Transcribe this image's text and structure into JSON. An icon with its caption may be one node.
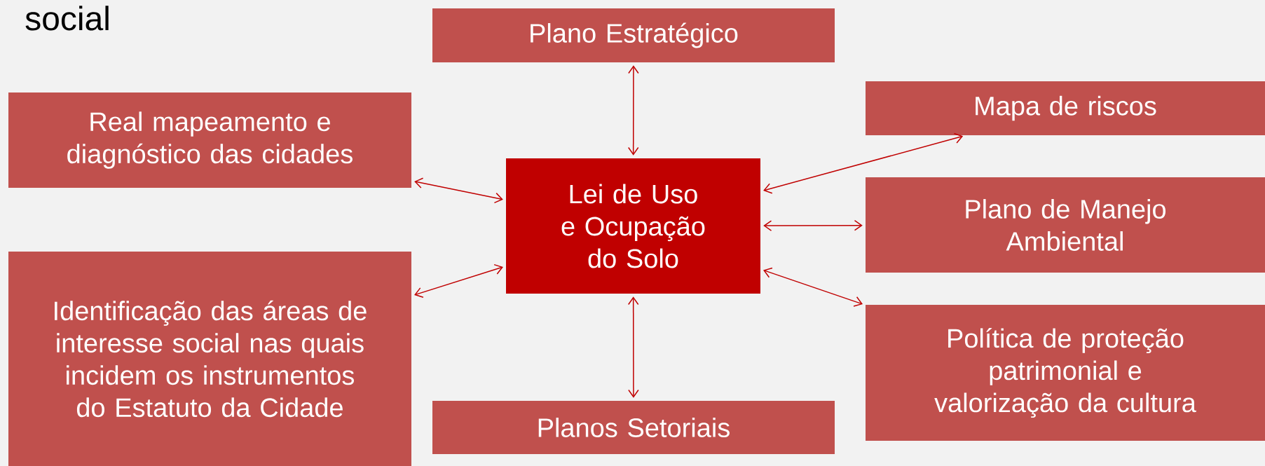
{
  "diagram": {
    "nodes": [
      {
        "text": [
          "Plano Estratégico"
        ]
      },
      {
        "text": [
          "Real mapeamento e diagnóstico das cidades"
        ]
      },
      {
        "text": [
          "Mapa de riscos"
        ]
      },
      {
        "text": [
          "Lei de Uso e Ocupação do Solo"
        ]
      },
      {
        "text": [
          "Plano de Manejo Ambiental"
        ]
      },
      {
        "text": [
          "Identificação das áreas de interesse social nas quais incidem os instrumentos do Estatuto da Cidade"
        ]
      },
      {
        "text": [
          "Política de proteção patrimonial e valorização da cultura"
        ]
      },
      {
        "text": [
          "Planos Setoriais"
        ]
      }
    ],
    "edges": [
      {
        "from": 3,
        "to": 0,
        "arrow": "both"
      },
      {
        "from": 3,
        "to": 1,
        "arrow": "both"
      },
      {
        "from": 3,
        "to": 2,
        "arrow": "both"
      },
      {
        "from": 3,
        "to": 4,
        "arrow": "both"
      },
      {
        "from": 3,
        "to": 5,
        "arrow": "both"
      },
      {
        "from": 3,
        "to": 6,
        "arrow": "both"
      },
      {
        "from": 3,
        "to": 7,
        "arrow": "both"
      }
    ],
    "labels": [
      "social"
    ]
  }
}
